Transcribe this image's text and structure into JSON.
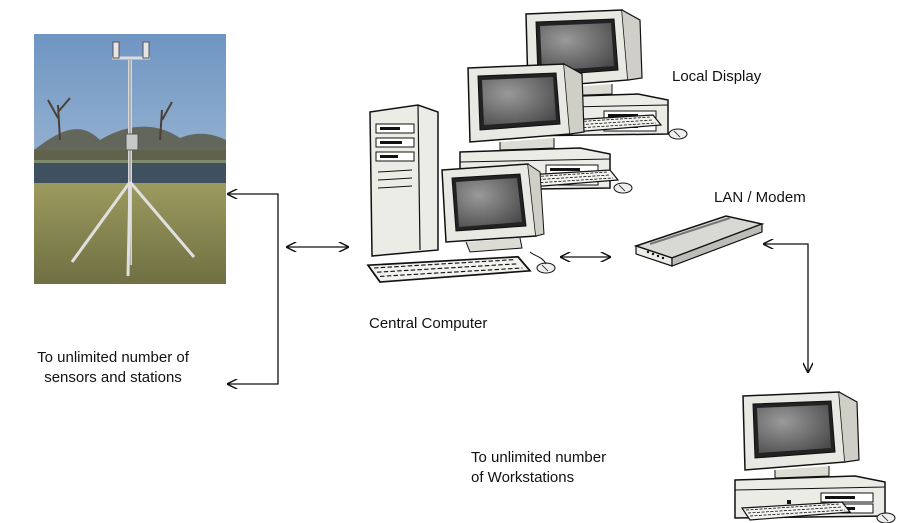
{
  "labels": {
    "local_display": "Local Display",
    "lan_modem": "LAN / Modem",
    "central_computer": "Central Computer",
    "sensors_line1": "To unlimited number of",
    "sensors_line2": "sensors and stations",
    "workstations_line1": "To unlimited number",
    "workstations_line2": "of Workstations"
  },
  "colors": {
    "line": "#111111",
    "beige": "#e8e8e2",
    "screen": "#6f6f6f",
    "sky": "#8fb3d4",
    "grass": "#8c8a52",
    "water": "#3f5060"
  },
  "icons": [
    "weather-station-photo",
    "desktop-computer-icon",
    "tower-computer-icon",
    "modem-icon",
    "keyboard-icon",
    "mouse-icon"
  ]
}
